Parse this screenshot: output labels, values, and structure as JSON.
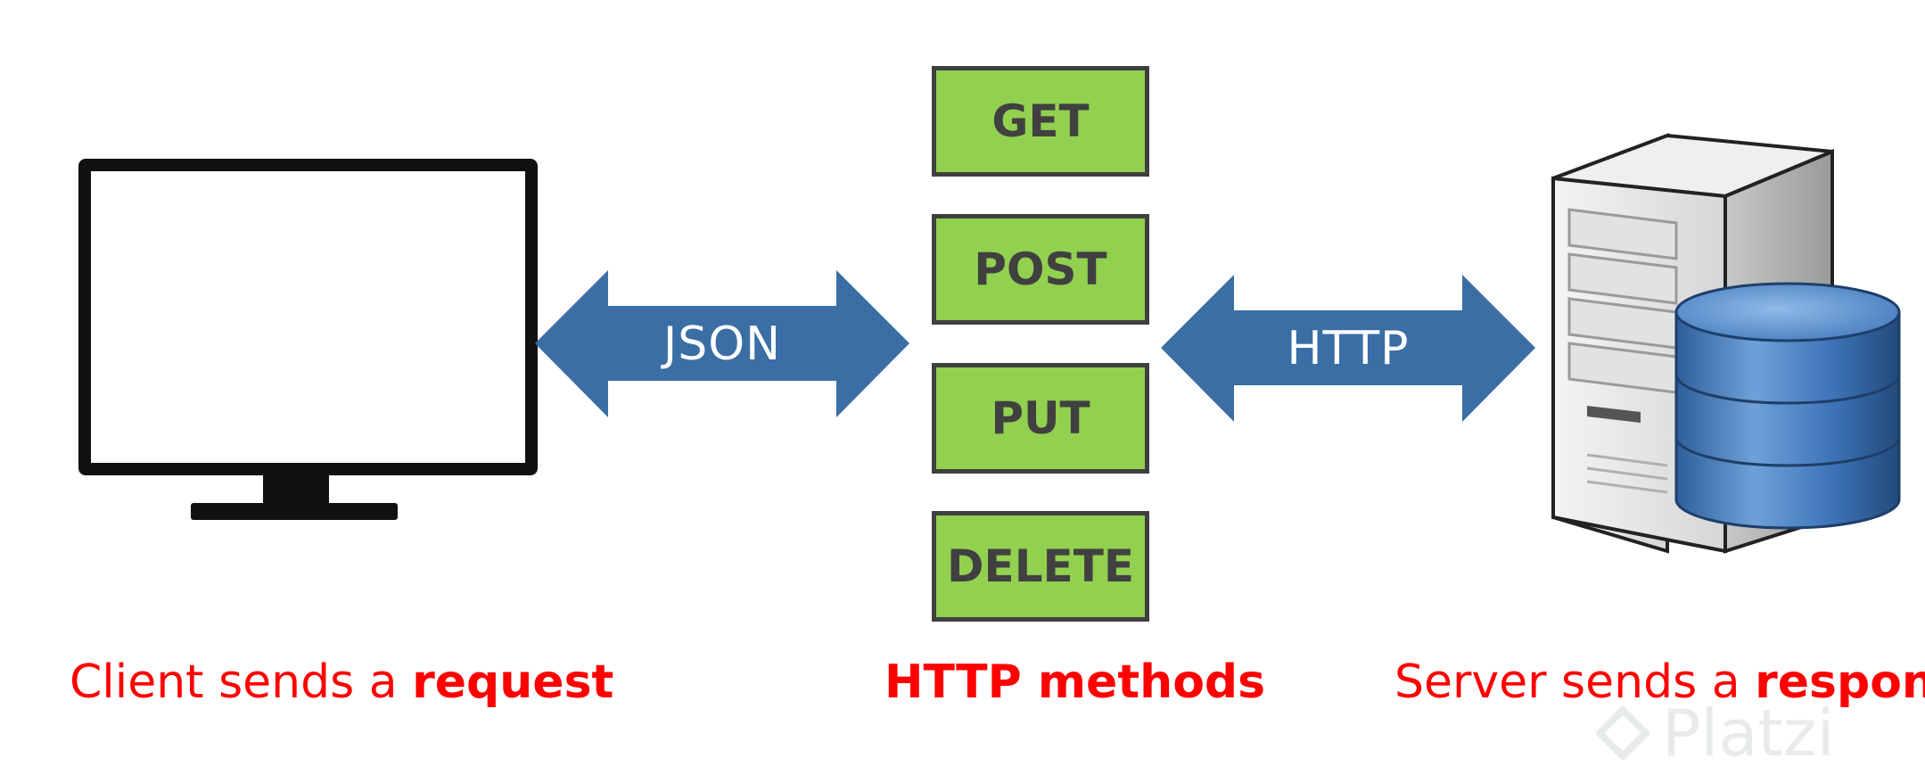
{
  "arrows": {
    "left_label": "JSON",
    "right_label": "HTTP",
    "color": "#3a6ea5"
  },
  "methods": [
    "GET",
    "POST",
    "PUT",
    "DELETE"
  ],
  "method_box_color": "#92d050",
  "captions": {
    "client_prefix": "Client sends a ",
    "client_bold": "request",
    "center": "HTTP methods",
    "server_prefix": "Server sends a ",
    "server_bold": "response",
    "color": "#ff0000"
  },
  "icons": {
    "client": "monitor-icon",
    "server": "server-with-database-icon"
  },
  "watermark": "Platzi"
}
